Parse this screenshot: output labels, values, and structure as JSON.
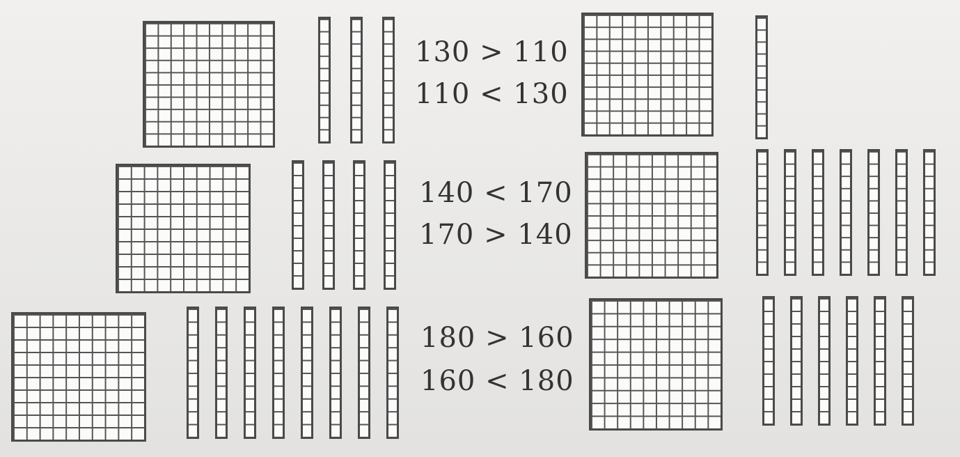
{
  "rows": [
    {
      "left": {
        "hundreds": 1,
        "tens": 3
      },
      "right": {
        "hundreds": 1,
        "tens": 1
      },
      "statements": [
        "130 > 110",
        "110 < 130"
      ]
    },
    {
      "left": {
        "hundreds": 1,
        "tens": 4
      },
      "right": {
        "hundreds": 1,
        "tens": 7
      },
      "statements": [
        "140 < 170",
        "170 > 140"
      ]
    },
    {
      "left": {
        "hundreds": 1,
        "tens": 8
      },
      "right": {
        "hundreds": 1,
        "tens": 6
      },
      "statements": [
        "180 > 160",
        "160 < 180"
      ]
    }
  ],
  "colors": {
    "ink": "#333333",
    "grid_line": "#555555",
    "paper": "#ecebea"
  }
}
